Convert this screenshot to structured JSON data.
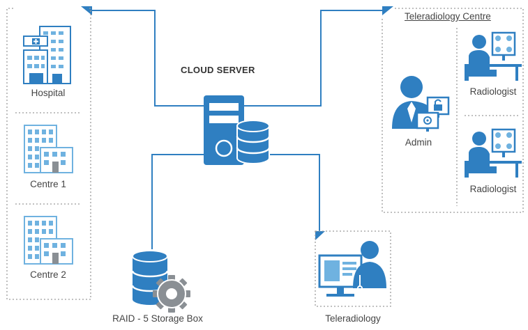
{
  "diagram": {
    "cloud_server_label": "CLOUD SERVER",
    "left_panel": {
      "hospital": "Hospital",
      "centre1": "Centre 1",
      "centre2": "Centre 2"
    },
    "right_panel": {
      "title": "Teleradiology Centre",
      "admin": "Admin",
      "radiologist_top": "Radiologist",
      "radiologist_bottom": "Radiologist"
    },
    "storage_label": "RAID - 5 Storage Box",
    "teleradiology_label": "Teleradiology"
  },
  "colors": {
    "accent": "#2f7fc1",
    "accent_dark": "#1f5f99",
    "light_blue": "#6fb2e0",
    "gray_gear": "#8a8f94",
    "border": "#9a9a9a"
  }
}
